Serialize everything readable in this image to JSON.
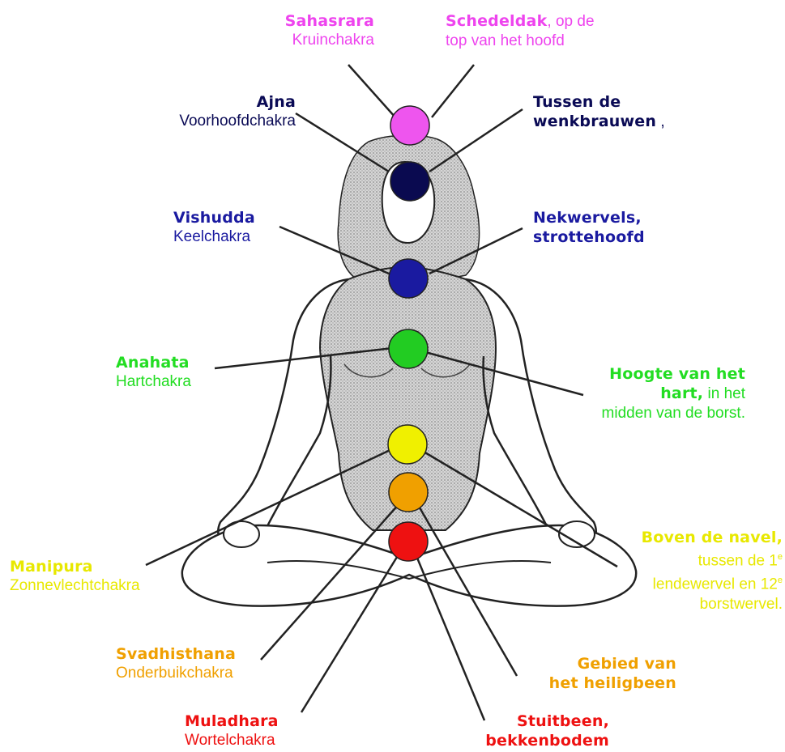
{
  "colors": {
    "sahasrara": "#ee55ee",
    "ajna": "#0a0a50",
    "vishudda": "#1a1aa0",
    "anahata": "#22cc22",
    "manipura": "#f0f000",
    "svadhisthana": "#f0a000",
    "muladhara": "#ee1111"
  },
  "labels": {
    "sahasrara": {
      "name": "Sahasrara",
      "sub": "Kruinchakra"
    },
    "sahasrara_loc": {
      "bold": "Schedeldak",
      "rest": ", op de",
      "line2": "top van het hoofd"
    },
    "ajna": {
      "name": "Ajna",
      "sub": "Voorhoofdchakra"
    },
    "ajna_loc": {
      "line1": "Tussen de",
      "line2": "wenkbrauwen",
      "line2_rest": " ,"
    },
    "vishudda": {
      "name": "Vishudda",
      "sub": "Keelchakra"
    },
    "vishudda_loc": {
      "line1": "Nekwervels,",
      "line2": "strottehoofd"
    },
    "anahata": {
      "name": "Anahata",
      "sub": "Hartchakra"
    },
    "anahata_loc": {
      "line1": "Hoogte van het",
      "line2_bold": "hart,",
      "line2_rest": " in het",
      "line3": "midden van de borst."
    },
    "manipura": {
      "name": "Manipura",
      "sub": "Zonnevlechtchakra"
    },
    "manipura_loc": {
      "line1": "Boven de navel,",
      "line2": "tussen de 1",
      "line2_sup": "e",
      "line3": "lendewervel en 12",
      "line3_sup": "e",
      "line4": "borstwervel."
    },
    "svadhisthana": {
      "name": "Svadhisthana",
      "sub": "Onderbuikchakra"
    },
    "svadhisthana_loc": {
      "line1": "Gebied van",
      "line2": "het heiligbeen"
    },
    "muladhara": {
      "name": "Muladhara",
      "sub": "Wortelchakra"
    },
    "muladhara_loc": {
      "line1": "Stuitbeen,",
      "line2": "bekkenbodem"
    }
  }
}
